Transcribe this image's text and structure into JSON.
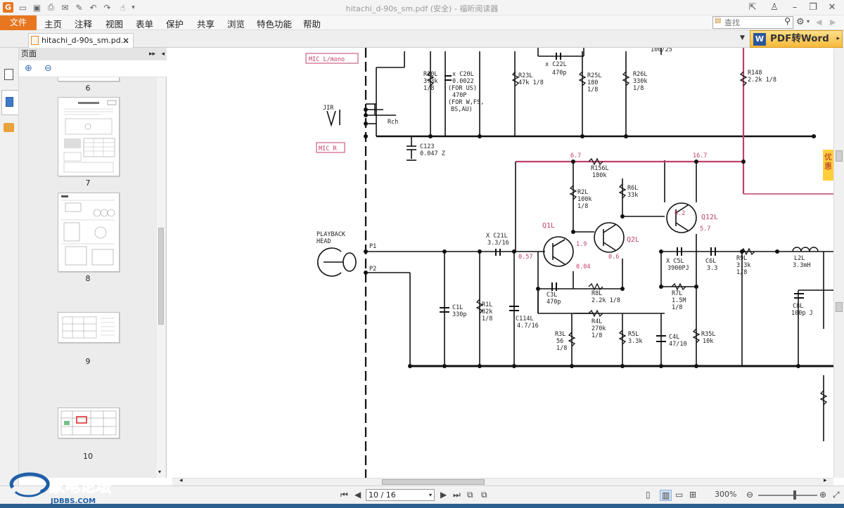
{
  "window": {
    "title": "hitachi_d-90s_sm.pdf (安全) - 福昕阅读器"
  },
  "menu": {
    "file": "文件",
    "items": [
      "主页",
      "注释",
      "视图",
      "表单",
      "保护",
      "共享",
      "浏览",
      "特色功能",
      "帮助"
    ],
    "search_placeholder": "查找"
  },
  "tab": {
    "label": "hitachi_d-90s_sm.pd...",
    "pdf_to_word": "PDF转Word"
  },
  "panel": {
    "title": "页面",
    "pages": [
      "6",
      "7",
      "8",
      "9",
      "10"
    ]
  },
  "status": {
    "page_indicator": "10 / 16",
    "zoom": "300%"
  },
  "watermark": {
    "name": "家电论坛",
    "site": "JDBBS.COM"
  },
  "side_tag": "优惠",
  "schematic": {
    "labels": {
      "mic_l": "MIC L/mono",
      "mic_r": "MIC R",
      "jir": "JIR",
      "rch": "Rch",
      "playback": "PLAYBACK",
      "head": "HEAD",
      "p1": "P1",
      "p2": "P2",
      "r20l": "R20L",
      "r20l_v": "3.3k",
      "r20l_w": "1/8",
      "c20l": "x C20L",
      "c20l_v": "0.0022",
      "c20l_n1": "(FOR US)",
      "c20l_n2": "470P",
      "c20l_n3": "(FOR W,FS,",
      "c20l_n4": "BS,AU)",
      "c22l": "x C22L",
      "c22l_v": "470p",
      "r23l": "R23L",
      "r23l_v": "47k 1/8",
      "r25l": "R25L",
      "r25l_v": "180",
      "r25l_w": "1/8",
      "r26l": "R26L",
      "r26l_v": "330k",
      "r26l_w": "1/8",
      "r148": "R148",
      "r148_v": "2.2k 1/8",
      "c100": "100/25",
      "c123": "C123",
      "c123_v": "0.047 Z",
      "r156l": "R156L",
      "r156l_v": "180k",
      "v67": "6.7",
      "v167": "16.7",
      "r2l": "R2L",
      "r2l_v": "100k",
      "r2l_w": "1/8",
      "r6l": "R6L",
      "r6l_v": "33k",
      "v62": "6.2",
      "q12l": "Q12L",
      "v57": "5.7",
      "q1l": "Q1L",
      "q2l": "Q2L",
      "v19": "1.9",
      "v057": "0.57",
      "v004": "0.04",
      "v06": "0.6",
      "c21l": "X C21L",
      "c21l_v": "3.3/16",
      "c5l": "X C5L",
      "c5l_v": "3900PJ",
      "c6l": "C6L",
      "c6l_v": "3.3",
      "r9l": "R9L",
      "r9l_v": "3.3k",
      "r9l_w": "1/8",
      "l2l": "L2L",
      "l2l_v": "3.3mH",
      "c3l": "C3L",
      "c3l_v": "470p",
      "r8l": "R8L",
      "r8l_v": "2.2k 1/8",
      "r7l": "R7L",
      "r7l_v": "1.5M",
      "r7l_w": "1/8",
      "c8l": "C8L",
      "c8l_v": "100p J",
      "c1l": "C1L",
      "c1l_v": "330p",
      "r1l": "R1L",
      "r1l_v": "82k",
      "r1l_w": "1/8",
      "c114l": "C114L",
      "c114l_v": "4.7/16",
      "r4l": "R4L",
      "r4l_v": "270k",
      "r4l_w": "1/8",
      "r3l": "R3L",
      "r3l_v": "56",
      "r3l_w": "1/8",
      "r5l": "R5L",
      "r5l_v": "3.3k",
      "c4l": "C4L",
      "c4l_v": "47/10",
      "r35l": "R35L",
      "r35l_v": "10k"
    }
  }
}
